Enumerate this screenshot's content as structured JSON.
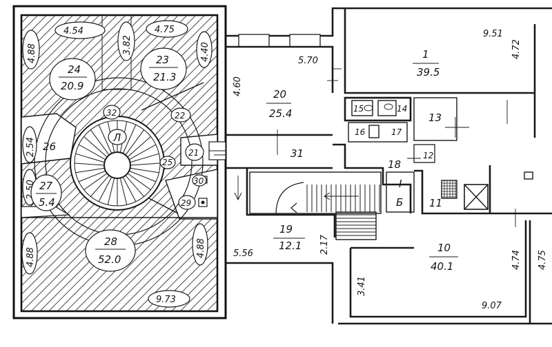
{
  "rooms": {
    "r1": {
      "number": "1",
      "area": "39.5"
    },
    "r10": {
      "number": "10",
      "area": "40.1"
    },
    "r11": {
      "number": "11"
    },
    "r12": {
      "number": "12"
    },
    "r13": {
      "number": "13"
    },
    "r14": {
      "number": "14"
    },
    "r15": {
      "number": "15"
    },
    "r16": {
      "number": "16"
    },
    "r17": {
      "number": "17"
    },
    "r18": {
      "number": "18"
    },
    "r19": {
      "number": "19",
      "area": "12.1"
    },
    "r20": {
      "number": "20",
      "area": "25.4"
    },
    "r21": {
      "number": "21"
    },
    "r22": {
      "number": "22"
    },
    "r23": {
      "number": "23",
      "area": "21.3"
    },
    "r24": {
      "number": "24",
      "area": "20.9"
    },
    "r25": {
      "number": "25"
    },
    "r26": {
      "number": "26"
    },
    "r27": {
      "number": "27",
      "area": "5.4"
    },
    "r28": {
      "number": "28",
      "area": "52.0"
    },
    "r29": {
      "number": "29"
    },
    "r30": {
      "number": "30"
    },
    "r31": {
      "number": "31"
    },
    "r32": {
      "number": "32"
    },
    "rL": {
      "number": "Л"
    },
    "rI": {
      "number": "I"
    },
    "rB": {
      "number": "Б"
    }
  },
  "dimensions": {
    "d_4_54": "4.54",
    "d_4_75_top": "4.75",
    "d_3_82": "3.82",
    "d_4_88_tl": "4.88",
    "d_4_40": "4.40",
    "d_2_54": "2.54",
    "d_2_50": "2.50",
    "d_4_88_bl": "4.88",
    "d_4_88_br": "4.88",
    "d_9_73": "9.73",
    "d_4_60": "4.60",
    "d_5_70": "5.70",
    "d_9_51": "9.51",
    "d_4_72": "4.72",
    "d_5_56": "5.56",
    "d_2_17": "2.17",
    "d_3_41": "3.41",
    "d_9_07": "9.07",
    "d_4_74": "4.74",
    "d_4_75_right": "4.75"
  }
}
